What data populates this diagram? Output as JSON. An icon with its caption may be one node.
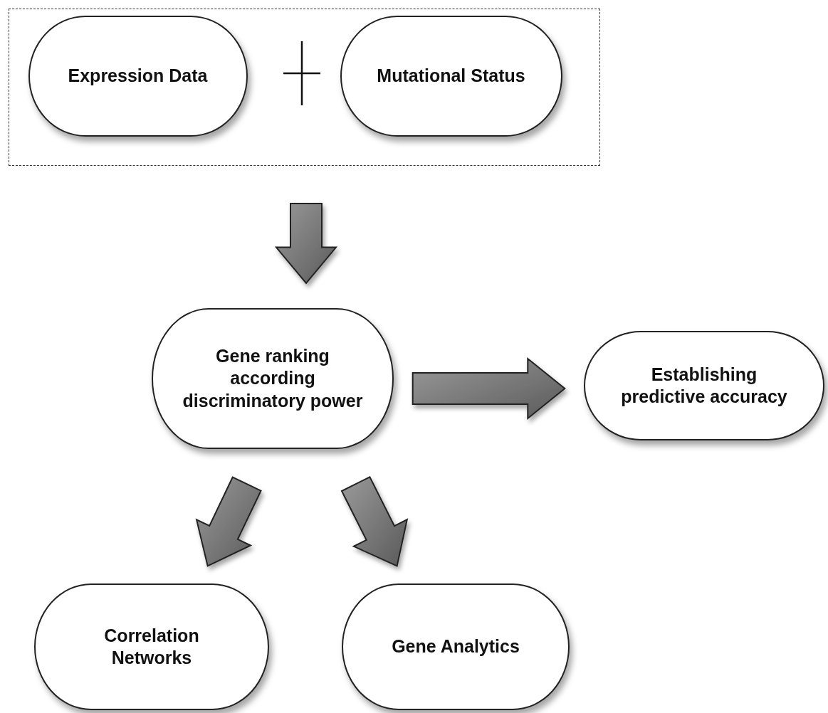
{
  "diagram": {
    "nodes": [
      {
        "text": [],
        "shape": "box"
      },
      {
        "text": [
          "Expression Data"
        ],
        "in": 0
      },
      {
        "text": [
          "Mutational Status"
        ],
        "in": 0
      },
      {
        "text": [
          "Gene ranking according discriminatory power"
        ]
      },
      {
        "text": [
          "Establishing predictive accuracy"
        ]
      },
      {
        "text": [
          "Correlation Networks"
        ]
      },
      {
        "text": [
          "Gene Analytics"
        ]
      }
    ],
    "edges": [
      {
        "from": 0,
        "to": 3,
        "arrow": "to",
        "style": "thick"
      },
      {
        "from": 3,
        "to": 4,
        "arrow": "to",
        "style": "thick"
      },
      {
        "from": 3,
        "to": 5,
        "arrow": "to",
        "style": "thick"
      },
      {
        "from": 3,
        "to": 6,
        "arrow": "to",
        "style": "thick"
      }
    ]
  }
}
